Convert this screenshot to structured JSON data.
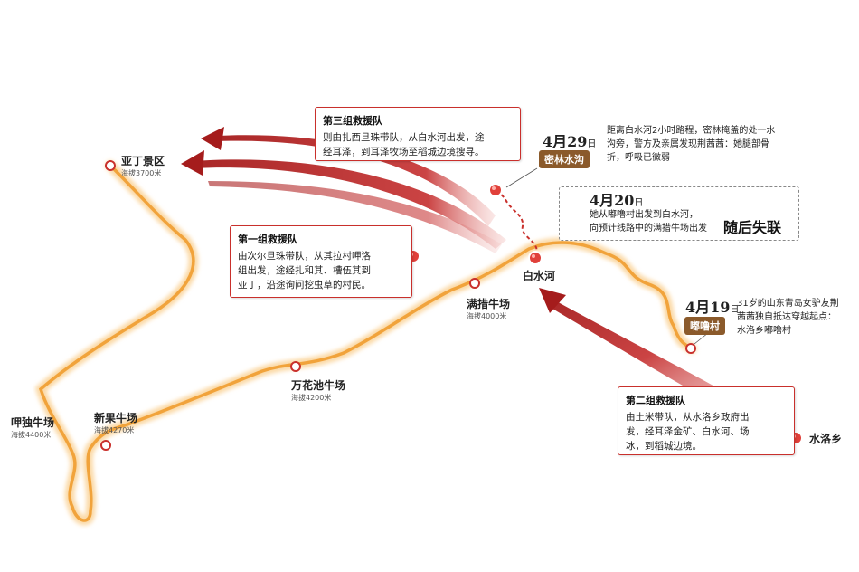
{
  "colors": {
    "route": "#f1a33b",
    "route_glow": "#fbd9a6",
    "arrow_dark": "#a51c1c",
    "arrow_light": "#f3c3c0",
    "accent_red": "#c9302c",
    "tag_brown": "#8b5a2b"
  },
  "places": {
    "yading": {
      "name": "亚丁景区",
      "alt": "海拔3700米"
    },
    "huduo": {
      "name": "呷独牛场",
      "alt": "海拔4400米"
    },
    "xinguo": {
      "name": "新果牛场",
      "alt": "海拔4270米"
    },
    "wanhuachi": {
      "name": "万花池牛场",
      "alt": "海拔4200米"
    },
    "mancuo": {
      "name": "满措牛场",
      "alt": "海拔4000米"
    },
    "baishuihe": {
      "name": "白水河"
    },
    "shuiluo": {
      "name": "水洛乡"
    }
  },
  "teams": {
    "team1": {
      "title": "第一组救援队",
      "lines": [
        "由次尔旦珠带队，从其拉村呷洛",
        "组出发，途经扎和其、槽伍其到",
        "亚丁，沿途询问挖虫草的村民。"
      ]
    },
    "team2": {
      "title": "第二组救援队",
      "lines": [
        "由土米带队，从水洛乡政府出",
        "发，经耳泽金矿、白水河、场",
        "冰，到稻城边境。"
      ]
    },
    "team3": {
      "title": "第三组救援队",
      "lines": [
        "则由扎西旦珠带队，从白水河出发，途",
        "经耳泽，到耳泽牧场至稻城边境搜寻。"
      ]
    }
  },
  "events": {
    "apr19": {
      "month": "4月",
      "day": "19",
      "unit": "日",
      "tag": "嘟噜村",
      "lines": [
        "31岁的山东青岛女驴友荆",
        "茜茜独自抵达穿越起点：",
        "水洛乡嘟噜村"
      ]
    },
    "apr20": {
      "month": "4月",
      "day": "20",
      "unit": "日",
      "lines": [
        "她从嘟噜村出发到白水河，",
        "向预计线路中的满措牛场出发"
      ],
      "highlight": "随后失联"
    },
    "apr29": {
      "month": "4月",
      "day": "29",
      "unit": "日",
      "tag": "密林水沟",
      "lines": [
        "距离白水河2小时路程，密林掩盖的处一水",
        "沟旁，警方及亲属发现荆茜茜：她腿部骨",
        "折，呼吸已微弱"
      ]
    }
  }
}
